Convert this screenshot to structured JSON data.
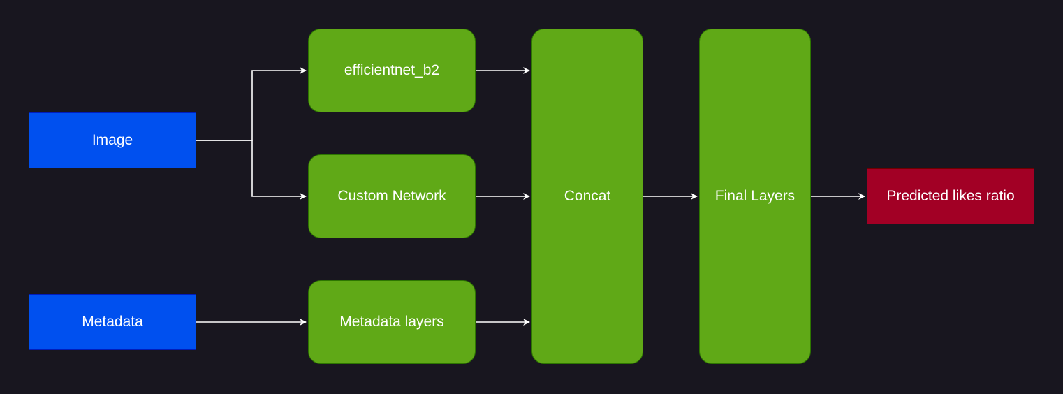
{
  "nodes": {
    "image": "Image",
    "metadata": "Metadata",
    "efficientnet": "efficientnet_b2",
    "custom_network": "Custom Network",
    "metadata_layers": "Metadata layers",
    "concat": "Concat",
    "final_layers": "Final Layers",
    "output": "Predicted likes ratio"
  },
  "colors": {
    "background": "#18161f",
    "input_fill": "#0050ef",
    "layer_fill": "#60a917",
    "output_fill": "#a20025",
    "connector": "#ffffff"
  },
  "edges": [
    [
      "image",
      "efficientnet"
    ],
    [
      "image",
      "custom_network"
    ],
    [
      "metadata",
      "metadata_layers"
    ],
    [
      "efficientnet",
      "concat"
    ],
    [
      "custom_network",
      "concat"
    ],
    [
      "metadata_layers",
      "concat"
    ],
    [
      "concat",
      "final_layers"
    ],
    [
      "final_layers",
      "output"
    ]
  ]
}
